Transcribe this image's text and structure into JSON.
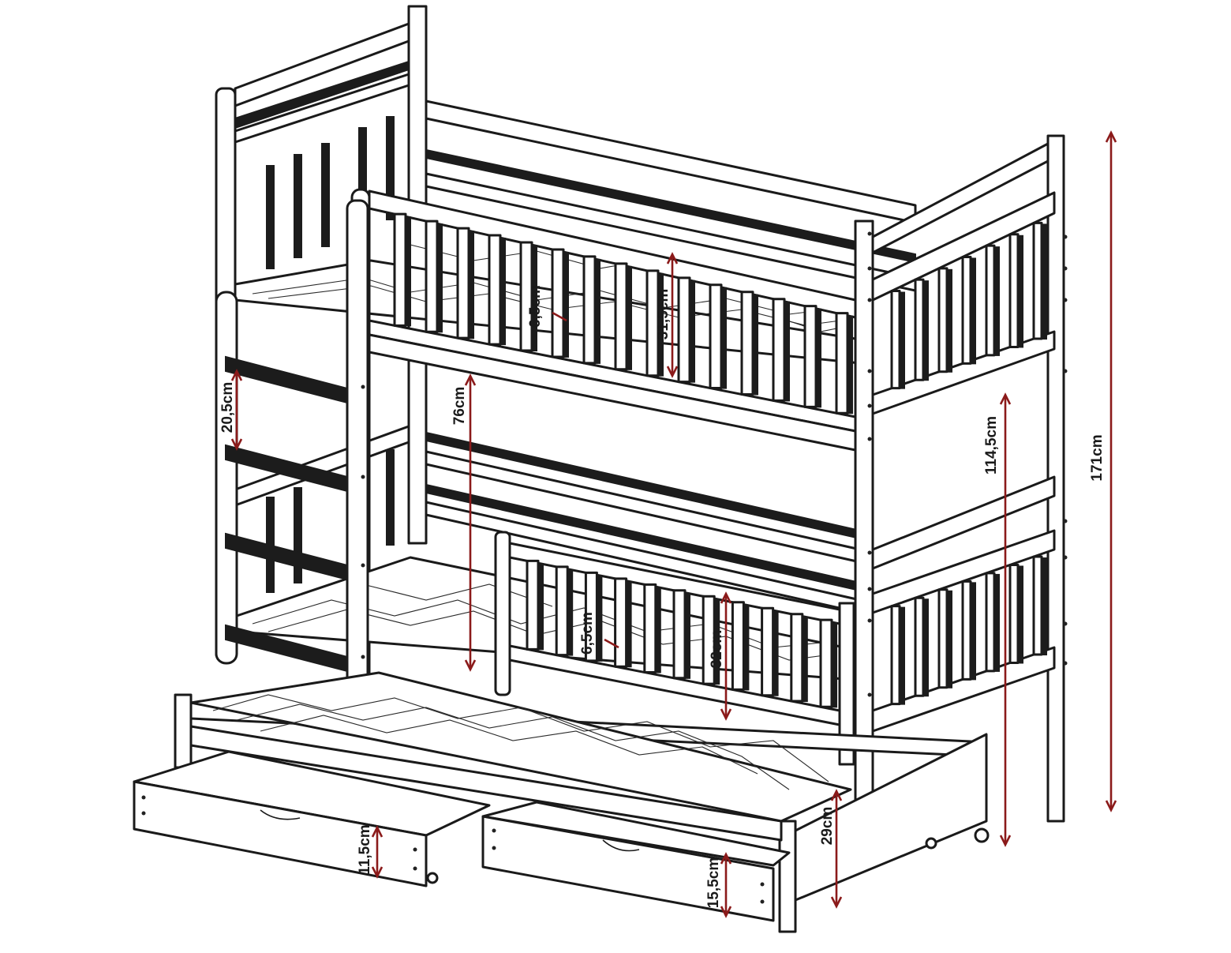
{
  "dimensions": {
    "total_height": "171cm",
    "lower_to_upper_clearance": "114,5cm",
    "upper_bed_height": "76cm",
    "ladder_rung_spacing": "20,5cm",
    "upper_guard_height": "31,5cm",
    "upper_slat_gap": "6,5cm",
    "lower_guard_height": "32cm",
    "lower_slat_gap": "6,5cm",
    "trundle_height": "29cm",
    "drawer_left_height": "11,5cm",
    "drawer_right_height": "15,5cm"
  },
  "colors": {
    "line": "#1a1a1a",
    "dimension": "#8b1a1a"
  }
}
